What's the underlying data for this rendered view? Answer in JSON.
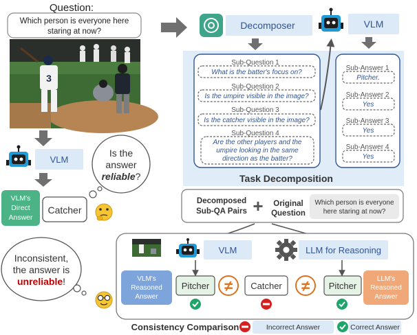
{
  "question": {
    "heading": "Question:",
    "text_line1": "Which person is everyone here",
    "text_line2": "staring at now?"
  },
  "left": {
    "vlm_label": "VLM",
    "direct_answer_l1": "VLM's",
    "direct_answer_l2": "Direct",
    "direct_answer_l3": "Answer",
    "direct_answer_value": "Catcher",
    "thought_l1": "Is the",
    "thought_l2": "answer",
    "thought_l3_bold": "reliable",
    "thought_l3_end": "?",
    "inconsistent_l1": "Inconsistent,",
    "inconsistent_l2": "the answer is",
    "inconsistent_l3_bold": "unreliable",
    "inconsistent_l3_end": "!"
  },
  "decomposer": {
    "label": "Decomposer"
  },
  "top_vlm": {
    "label": "VLM"
  },
  "sub_questions": [
    {
      "title": "Sub-Question 1",
      "lines": [
        "What is the batter's focus on?"
      ]
    },
    {
      "title": "Sub-Question 2",
      "lines": [
        "Is the umpire visible in the image?"
      ]
    },
    {
      "title": "Sub-Question 3",
      "lines": [
        "Is the catcher visible in the image?"
      ]
    },
    {
      "title": "Sub-Question 4",
      "lines": [
        "Are the other players and the",
        "umpire looking in the same",
        "direction as the batter?"
      ]
    }
  ],
  "sub_answers": [
    {
      "title": "Sub-Answer 1",
      "value": "Pitcher."
    },
    {
      "title": "Sub-Answer 2",
      "value": "Yes"
    },
    {
      "title": "Sub-Answer 3",
      "value": "Yes"
    },
    {
      "title": "Sub-Answer 4",
      "value": "Yes"
    }
  ],
  "task_decomposition_label": "Task Decomposition",
  "pairs": {
    "decomposed_l1": "Decomposed",
    "decomposed_l2": "Sub-QA Pairs",
    "plus": "+",
    "original_l1": "Original",
    "original_l2": "Question",
    "question_l1": "Which person is everyone",
    "question_l2": "here staring at now?"
  },
  "bottom": {
    "vlm_label": "VLM",
    "llm_label": "LLM for Reasoning",
    "vlm_reasoned_l1": "VLM's",
    "vlm_reasoned_l2": "Reasoned",
    "vlm_reasoned_l3": "Answer",
    "llm_reasoned_l1": "LLM's",
    "llm_reasoned_l2": "Reasoned",
    "llm_reasoned_l3": "Answer",
    "answer_left": "Pitcher",
    "answer_mid": "Catcher",
    "answer_right": "Pitcher",
    "neq_symbol": "≠"
  },
  "legend": {
    "title": "Consistency Comparison",
    "incorrect": "Incorrect Answer",
    "correct": "Correct Answer"
  },
  "colors": {
    "light_blue": "#dce9f7",
    "panel_blue": "#e0edf8",
    "dark_blue_border": "#2f5597",
    "green_box": "#4cb386",
    "green_check": "#1fa46a",
    "red_minus": "#d61f1f",
    "orange_neq": "#d9731f",
    "vlm_reasoned_fill": "#7ea4dc",
    "llm_reasoned_fill": "#f0a878",
    "gray_arrow": "#707070",
    "unreliable_red": "#c00000"
  }
}
